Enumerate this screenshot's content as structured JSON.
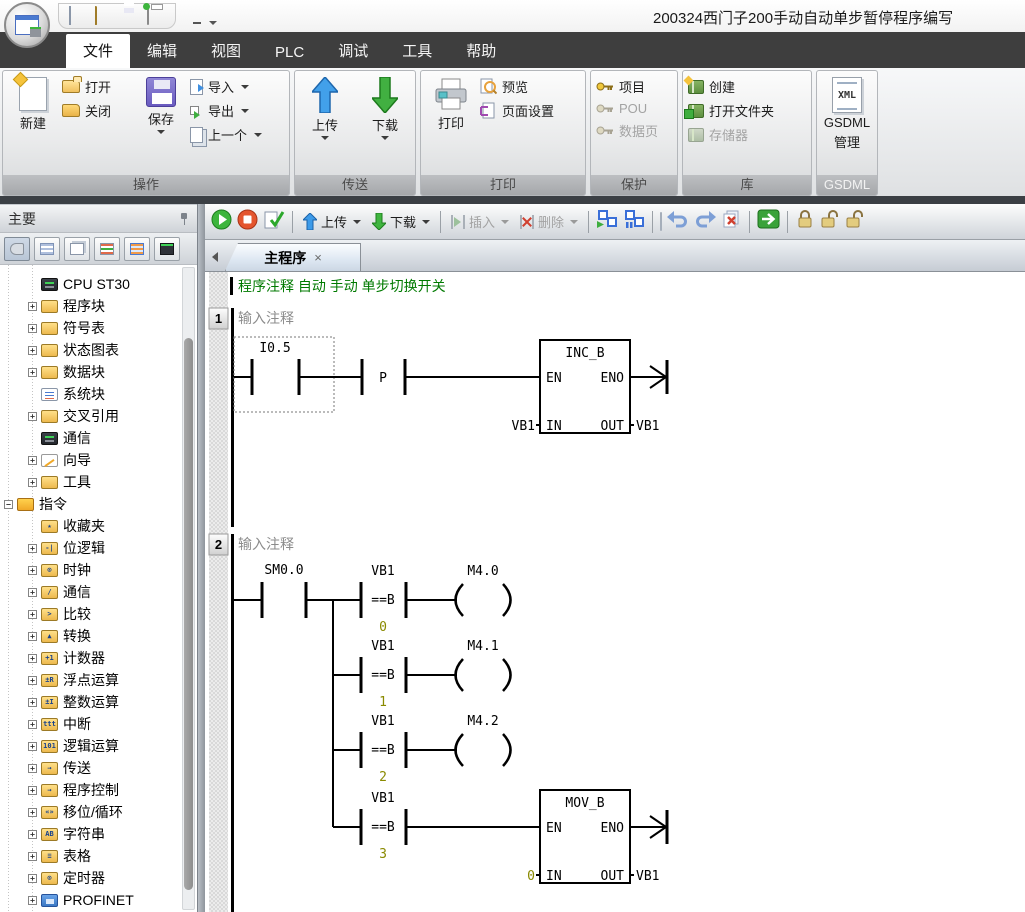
{
  "window": {
    "title": "200324西门子200手动自动单步暂停程序编写"
  },
  "menu": {
    "tabs": [
      "文件",
      "编辑",
      "视图",
      "PLC",
      "调试",
      "工具",
      "帮助"
    ],
    "active": "文件"
  },
  "ribbon": {
    "groups": {
      "operation": {
        "label": "操作",
        "new": "新建",
        "open": "打开",
        "close": "关闭",
        "save": "保存",
        "import": "导入",
        "export": "导出",
        "previous": "上一个"
      },
      "transfer": {
        "label": "传送",
        "upload": "上传",
        "download": "下载"
      },
      "print": {
        "label": "打印",
        "print": "打印",
        "preview": "预览",
        "page_setup": "页面设置"
      },
      "protection": {
        "label": "保护",
        "project": "项目",
        "pou": "POU",
        "data_page": "数据页"
      },
      "library": {
        "label": "库",
        "create": "创建",
        "open_folder": "打开文件夹",
        "memory": "存储器"
      },
      "gsdml": {
        "label": "GSDML",
        "manage_line1": "GSDML",
        "manage_line2": "管理",
        "xml_badge": "XML"
      }
    }
  },
  "toolbar": {
    "upload": "上传",
    "download": "下载",
    "insert": "插入",
    "delete": "删除"
  },
  "sidebar": {
    "title": "主要",
    "view_icons": [
      "tag-view",
      "grid-view",
      "pages-view",
      "status-view",
      "panel-view",
      "monitor-view"
    ],
    "tree": [
      {
        "label": "CPU ST30",
        "icon": "cpu",
        "level": 1,
        "expand": ""
      },
      {
        "label": "程序块",
        "icon": "folder-program",
        "level": 1,
        "expand": "+"
      },
      {
        "label": "符号表",
        "icon": "folder-symbol",
        "level": 1,
        "expand": "+"
      },
      {
        "label": "状态图表",
        "icon": "folder-chart",
        "level": 1,
        "expand": "+"
      },
      {
        "label": "数据块",
        "icon": "folder-data",
        "level": 1,
        "expand": "+"
      },
      {
        "label": "系统块",
        "icon": "system-block",
        "level": 1,
        "expand": ""
      },
      {
        "label": "交叉引用",
        "icon": "folder-xref",
        "level": 1,
        "expand": "+"
      },
      {
        "label": "通信",
        "icon": "monitor",
        "level": 1,
        "expand": ""
      },
      {
        "label": "向导",
        "icon": "wizard",
        "level": 1,
        "expand": "+"
      },
      {
        "label": "工具",
        "icon": "folder-tools",
        "level": 1,
        "expand": "+"
      },
      {
        "label": "指令",
        "icon": "instructions",
        "level": 0,
        "expand": "-"
      },
      {
        "label": "收藏夹",
        "icon": "favorites",
        "level": 1,
        "expand": ""
      },
      {
        "label": "位逻辑",
        "icon": "bit-logic",
        "level": 1,
        "expand": "+"
      },
      {
        "label": "时钟",
        "icon": "clock",
        "level": 1,
        "expand": "+"
      },
      {
        "label": "通信",
        "icon": "comm",
        "level": 1,
        "expand": "+"
      },
      {
        "label": "比较",
        "icon": "compare",
        "level": 1,
        "expand": "+"
      },
      {
        "label": "转换",
        "icon": "convert",
        "level": 1,
        "expand": "+"
      },
      {
        "label": "计数器",
        "icon": "counter",
        "level": 1,
        "expand": "+"
      },
      {
        "label": "浮点运算",
        "icon": "float-math",
        "level": 1,
        "expand": "+"
      },
      {
        "label": "整数运算",
        "icon": "int-math",
        "level": 1,
        "expand": "+"
      },
      {
        "label": "中断",
        "icon": "interrupt",
        "level": 1,
        "expand": "+"
      },
      {
        "label": "逻辑运算",
        "icon": "logic",
        "level": 1,
        "expand": "+"
      },
      {
        "label": "传送",
        "icon": "move",
        "level": 1,
        "expand": "+"
      },
      {
        "label": "程序控制",
        "icon": "program-control",
        "level": 1,
        "expand": "+"
      },
      {
        "label": "移位/循环",
        "icon": "shift-rotate",
        "level": 1,
        "expand": "+"
      },
      {
        "label": "字符串",
        "icon": "string",
        "level": 1,
        "expand": "+"
      },
      {
        "label": "表格",
        "icon": "table",
        "level": 1,
        "expand": "+"
      },
      {
        "label": "定时器",
        "icon": "timer",
        "level": 1,
        "expand": "+"
      },
      {
        "label": "PROFINET",
        "icon": "profinet",
        "level": 1,
        "expand": "+"
      }
    ]
  },
  "editor": {
    "tab_label": "主程序",
    "close_glyph": "×",
    "program_comment": "程序注释 自动 手动 单步切换开关",
    "networks": [
      {
        "number": "1",
        "comment": "输入注释",
        "contact1": "I0.5",
        "contact2": "P",
        "box": {
          "title": "INC_B",
          "en": "EN",
          "eno": "ENO",
          "in": "IN",
          "out": "OUT",
          "in_operand": "VB1",
          "out_operand": "VB1"
        }
      },
      {
        "number": "2",
        "comment": "输入注释",
        "contact": "SM0.0",
        "rungs": [
          {
            "label": "VB1",
            "op": "==B",
            "operand": "0",
            "coil": "M4.0"
          },
          {
            "label": "VB1",
            "op": "==B",
            "operand": "1",
            "coil": "M4.1"
          },
          {
            "label": "VB1",
            "op": "==B",
            "operand": "2",
            "coil": "M4.2"
          },
          {
            "label": "VB1",
            "op": "==B",
            "operand": "3",
            "box": {
              "title": "MOV_B",
              "en": "EN",
              "eno": "ENO",
              "in": "IN",
              "out": "OUT",
              "in_operand": "0",
              "out_operand": "VB1"
            }
          }
        ]
      }
    ]
  }
}
